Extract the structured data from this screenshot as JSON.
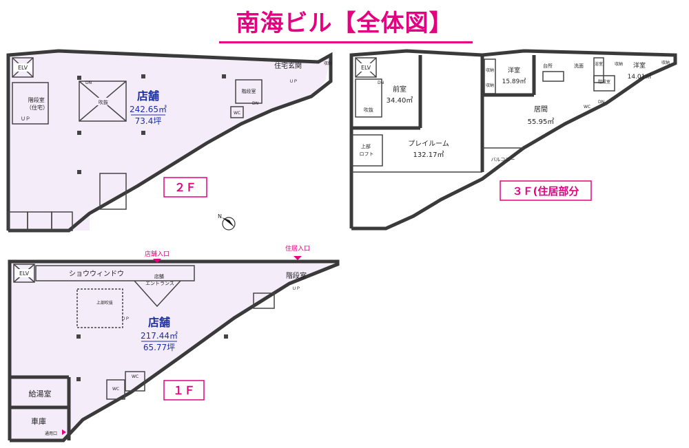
{
  "title": "南海ビル【全体図】",
  "colors": {
    "accent": "#e4007f",
    "room_label": "#1a2ea8",
    "floor_fill": "#f5ecfa",
    "wall": "#3a3a3a"
  },
  "floor2": {
    "label": "２Ｆ",
    "shop": {
      "name": "店舗",
      "area": "242.65㎡",
      "tsubo": "73.4坪"
    },
    "elv": "ELV",
    "stairs_house": "階段室\n（住宅）",
    "stairs_up": "ＵＰ",
    "stair_dn": "DN",
    "void": "吹抜",
    "house_entrance": "住宅玄関",
    "stairs": "階段室",
    "stairs_dn": "DN",
    "stairs_right_up": "ＵＰ",
    "wc": "WC",
    "storage": "収納"
  },
  "floor3": {
    "label": "３Ｆ(住居部分",
    "elv": "ELV",
    "dn": "DN",
    "void": "吹抜",
    "front_room": {
      "name": "前室",
      "area": "34.40㎡"
    },
    "play_room": {
      "name": "プレイルーム",
      "area": "132.17㎡"
    },
    "loft": "上部\nロフト",
    "western1": {
      "name": "洋室",
      "area": "15.89㎡"
    },
    "western2": {
      "name": "洋室",
      "area": "14.01㎡"
    },
    "living": {
      "name": "居間",
      "area": "55.95㎡"
    },
    "storage": "収納",
    "kitchen": "台所",
    "wash": "洗面",
    "bath": "浴室",
    "stairs": "階段室",
    "wc": "WC",
    "dn2": "DN",
    "balcony": "バルコニー"
  },
  "floor1": {
    "label": "１Ｆ",
    "elv": "ELV",
    "show_window": "ショウウィンドウ",
    "shop_entrance_marker": "店舗入口",
    "house_entrance_marker": "住居入口",
    "shop_entrance": "店舗\nエントランス",
    "stairs": "階段室",
    "stairs_up": "ＵＰ",
    "upper_void": "上部吹抜",
    "up": "ＵＰ",
    "shop": {
      "name": "店舗",
      "area": "217.44㎡",
      "tsubo": "65.77坪"
    },
    "wc1": "WC",
    "wc2": "WC",
    "kyuto": "給湯室",
    "garage": "車庫",
    "service_door": "通用口"
  },
  "compass": "N"
}
